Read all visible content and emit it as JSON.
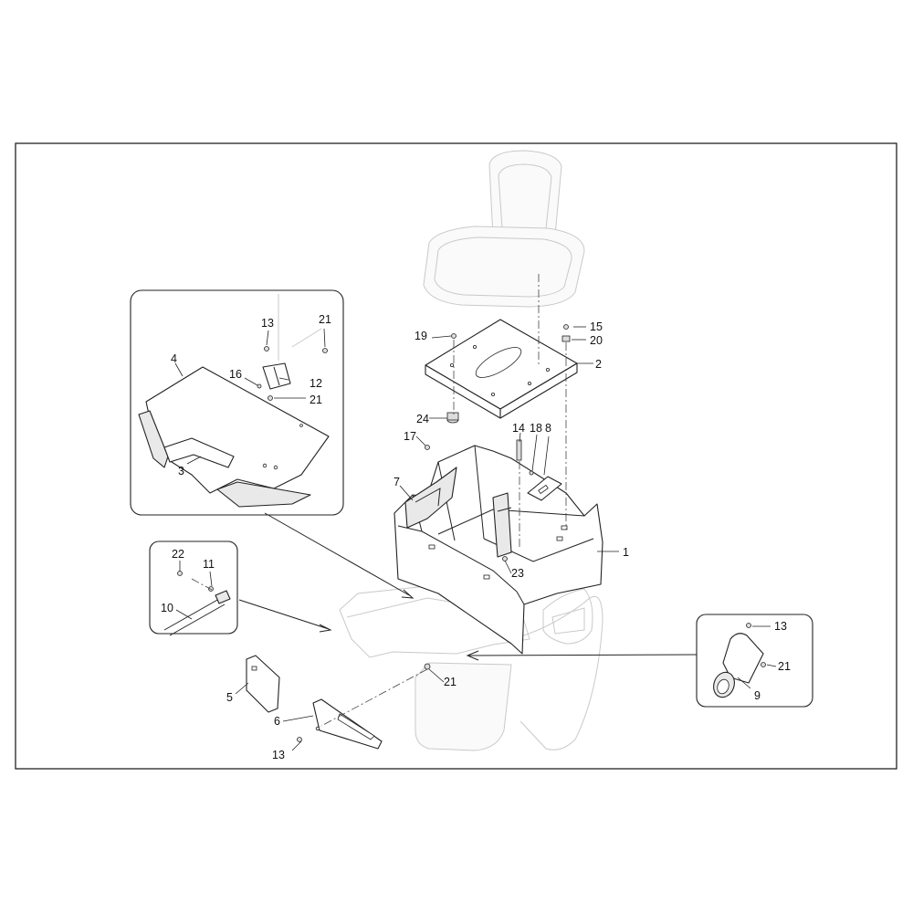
{
  "callouts": [
    {
      "id": "c1",
      "number": "1"
    },
    {
      "id": "c2",
      "number": "2"
    },
    {
      "id": "c3",
      "number": "3"
    },
    {
      "id": "c4",
      "number": "4"
    },
    {
      "id": "c5",
      "number": "5"
    },
    {
      "id": "c6",
      "number": "6"
    },
    {
      "id": "c7",
      "number": "7"
    },
    {
      "id": "c8",
      "number": "8"
    },
    {
      "id": "c9",
      "number": "9"
    },
    {
      "id": "c10",
      "number": "10"
    },
    {
      "id": "c11",
      "number": "11"
    },
    {
      "id": "c12",
      "number": "12"
    },
    {
      "id": "c13a",
      "number": "13"
    },
    {
      "id": "c13b",
      "number": "13"
    },
    {
      "id": "c13c",
      "number": "13"
    },
    {
      "id": "c14",
      "number": "14"
    },
    {
      "id": "c15",
      "number": "15"
    },
    {
      "id": "c16",
      "number": "16"
    },
    {
      "id": "c17",
      "number": "17"
    },
    {
      "id": "c18",
      "number": "18"
    },
    {
      "id": "c19",
      "number": "19"
    },
    {
      "id": "c20",
      "number": "20"
    },
    {
      "id": "c21a",
      "number": "21"
    },
    {
      "id": "c21b",
      "number": "21"
    },
    {
      "id": "c21c",
      "number": "21"
    },
    {
      "id": "c21d",
      "number": "21"
    },
    {
      "id": "c22",
      "number": "22"
    },
    {
      "id": "c23",
      "number": "23"
    },
    {
      "id": "c24",
      "number": "24"
    }
  ]
}
